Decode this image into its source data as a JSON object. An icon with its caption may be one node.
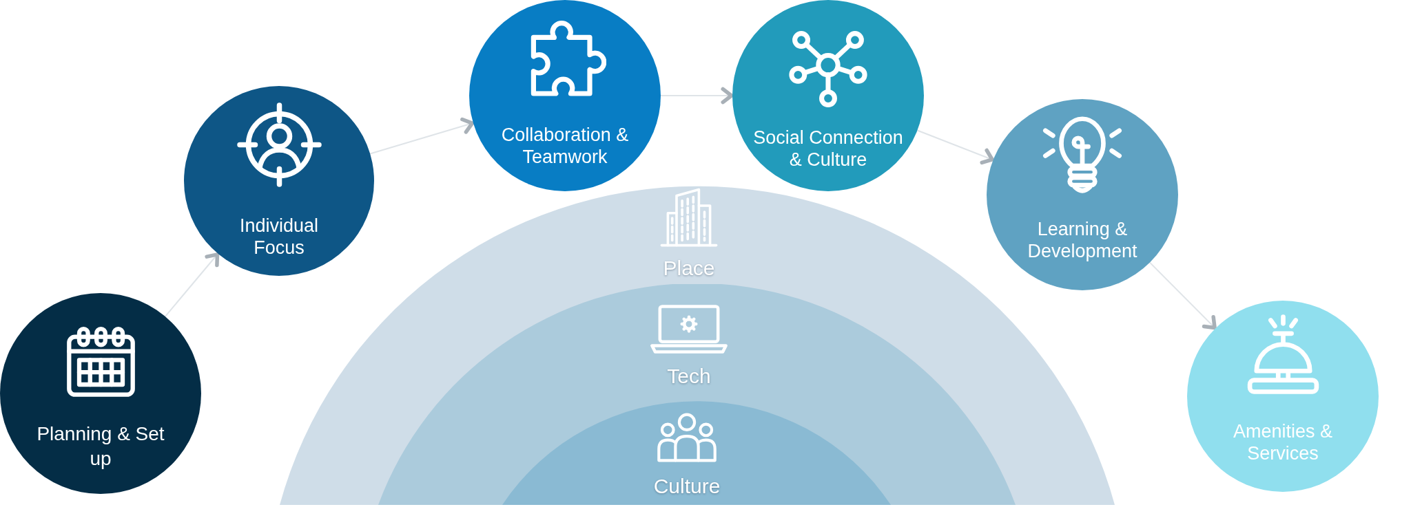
{
  "diagram": {
    "nodes": [
      {
        "text": [
          "Planning & Set up"
        ]
      },
      {
        "text": [
          "Individual Focus"
        ]
      },
      {
        "text": [
          "Collaboration & Teamwork"
        ]
      },
      {
        "text": [
          "Social Connection & Culture"
        ]
      },
      {
        "text": [
          "Learning & Development"
        ]
      },
      {
        "text": [
          "Amenities & Services"
        ]
      },
      {
        "text": [
          "Place"
        ]
      },
      {
        "text": [
          "Tech"
        ],
        "in": 6
      },
      {
        "text": [
          "Culture"
        ],
        "in": 7
      }
    ],
    "edges": [
      {
        "from": 0,
        "to": 1,
        "arrow": "to"
      },
      {
        "from": 1,
        "to": 2,
        "arrow": "to"
      },
      {
        "from": 2,
        "to": 3,
        "arrow": "to"
      },
      {
        "from": 3,
        "to": 4,
        "arrow": "to"
      },
      {
        "from": 4,
        "to": 5,
        "arrow": "to"
      }
    ]
  }
}
